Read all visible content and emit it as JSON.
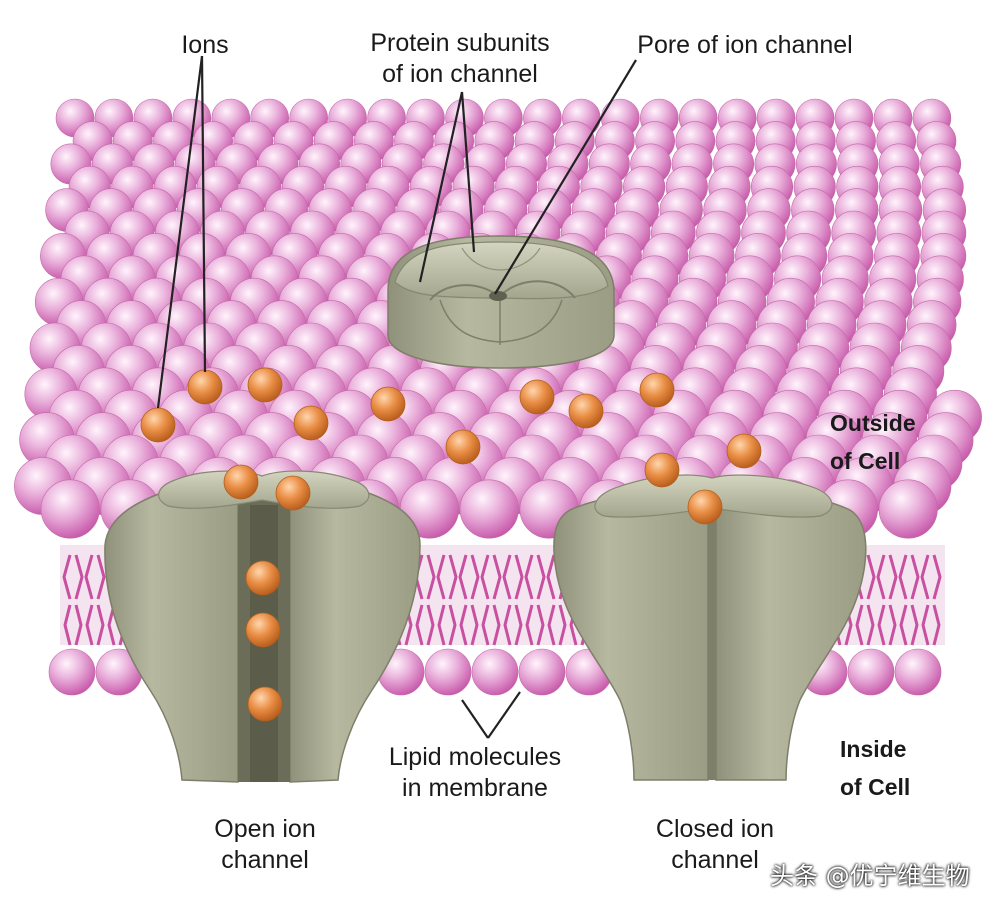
{
  "labels": {
    "ions": "Ions",
    "protein_subunits": "Protein subunits\nof ion channel",
    "pore": "Pore of ion channel",
    "outside": "Outside\nof Cell",
    "inside": "Inside\nof Cell",
    "lipid": "Lipid molecules\nin membrane",
    "open_channel": "Open ion\nchannel",
    "closed_channel": "Closed ion\nchannel"
  },
  "watermark": "头条 @优宁维生物",
  "colors": {
    "lipid_head": "#e7a3d6",
    "lipid_tail": "#cc4fa3",
    "protein": "#a9ab92",
    "ion": "#e48a43",
    "leader_line": "#222222"
  }
}
